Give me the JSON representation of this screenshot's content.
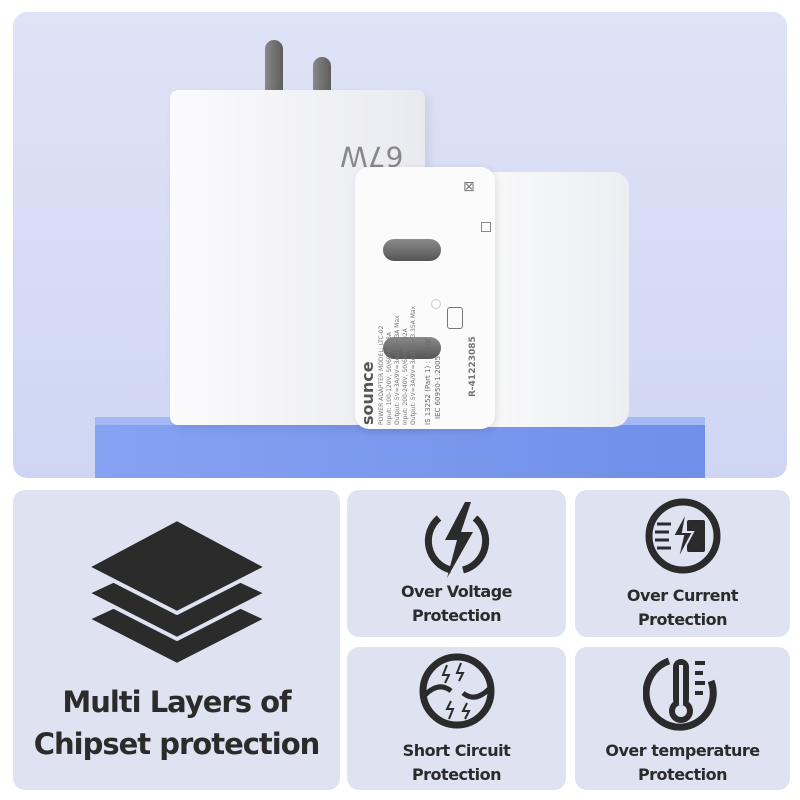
{
  "product": {
    "wattage_label": "67W",
    "brand": "sounce",
    "label_lines": [
      "POWER ADAPTER MODEL: LTC-02",
      "Input: 100-120V, 50/60Hz 1.8A",
      "Output: 5V=3A/9V=3A/11V=3A Max",
      "Input: 200-240V, 50/60Hz 0.92A",
      "Output: 5V=3A/9V=3A/11V=3.35A Max"
    ],
    "standard_1": "IS 13252 (Part 1) : 2010/",
    "standard_2": "IEC 60950-1:2005",
    "registration": "R-41223085"
  },
  "features": {
    "main": {
      "line1": "Multi Layers of",
      "line2": "Chipset protection"
    },
    "items": [
      {
        "line1": "Over Voltage",
        "line2": "Protection",
        "icon": "lightning-bolt-icon"
      },
      {
        "line1": "Over Current",
        "line2": "Protection",
        "icon": "current-battery-icon"
      },
      {
        "line1": "Short Circuit",
        "line2": "Protection",
        "icon": "short-circuit-icon"
      },
      {
        "line1": "Over temperature",
        "line2": "Protection",
        "icon": "thermometer-icon"
      }
    ]
  },
  "colors": {
    "card": "#dfe3f1",
    "pedestal": "#7f9cf0",
    "icon": "#2b2b2b"
  }
}
